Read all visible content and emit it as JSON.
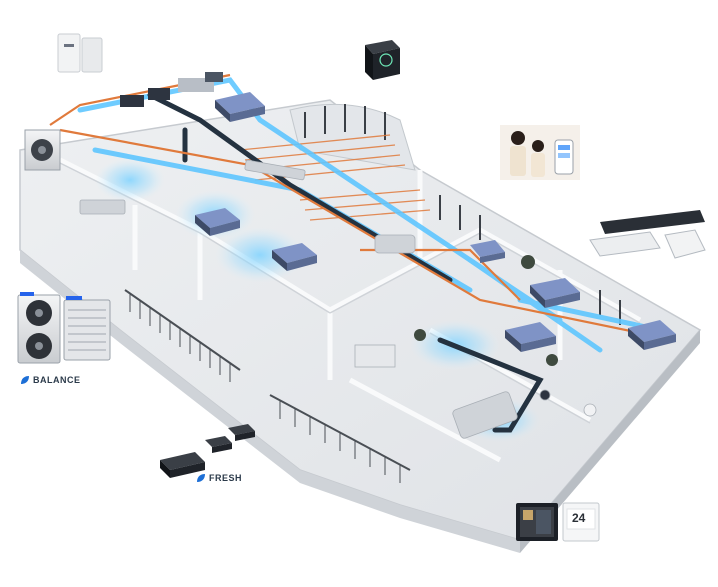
{
  "labels": {
    "balance": "BALANCE",
    "fresh": "FRESH"
  },
  "thermostat": {
    "display": "24"
  },
  "colors": {
    "duct_blue": "#5fc6ff",
    "duct_dark": "#243240",
    "pipe_orange": "#e07a3c",
    "floor": "#e9ebee",
    "wall": "#f7f8f9",
    "unit_blue": "#7f93c6"
  },
  "icons": {
    "balance_logo": "balance-leaf-icon",
    "fresh_logo": "fresh-leaf-icon"
  }
}
